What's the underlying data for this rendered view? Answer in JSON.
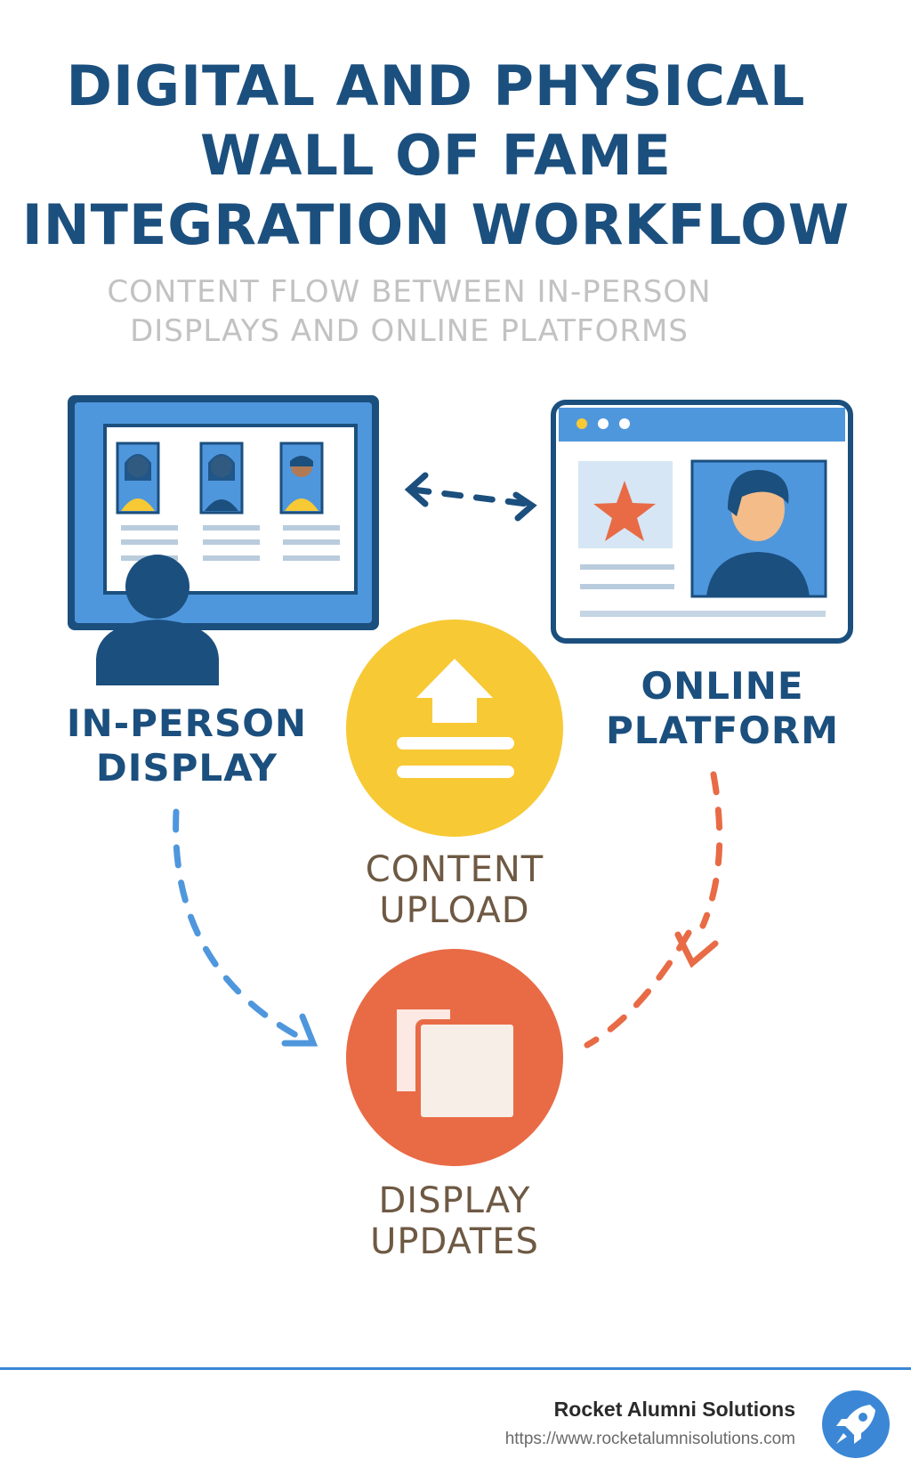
{
  "title": {
    "line1": "DIGITAL AND PHYSICAL",
    "line2": "WALL OF FAME",
    "line3": "INTEGRATION WORKFLOW"
  },
  "subtitle": {
    "line1": "CONTENT FLOW BETWEEN IN-PERSON",
    "line2": "DISPLAYS AND ONLINE PLATFORMS"
  },
  "nodes": {
    "in_person": {
      "line1": "IN-PERSON",
      "line2": "DISPLAY"
    },
    "online": {
      "line1": "ONLINE",
      "line2": "PLATFORM"
    },
    "upload": {
      "line1": "CONTENT",
      "line2": "UPLOAD"
    },
    "updates": {
      "line1": "DISPLAY",
      "line2": "UPDATES"
    }
  },
  "footer": {
    "brand": "Rocket Alumni Solutions",
    "url": "https://www.rocketalumnisolutions.com"
  },
  "colors": {
    "navy": "#1b4f7e",
    "blue": "#4f97dd",
    "yellow": "#f7c935",
    "orange": "#e86b46",
    "brown": "#6e5943",
    "accent_line": "#3b87d6"
  },
  "icons": [
    "monitor-icon",
    "person-silhouette-icon",
    "browser-window-icon",
    "star-icon",
    "upload-arrow-icon",
    "documents-icon",
    "rocket-icon"
  ]
}
